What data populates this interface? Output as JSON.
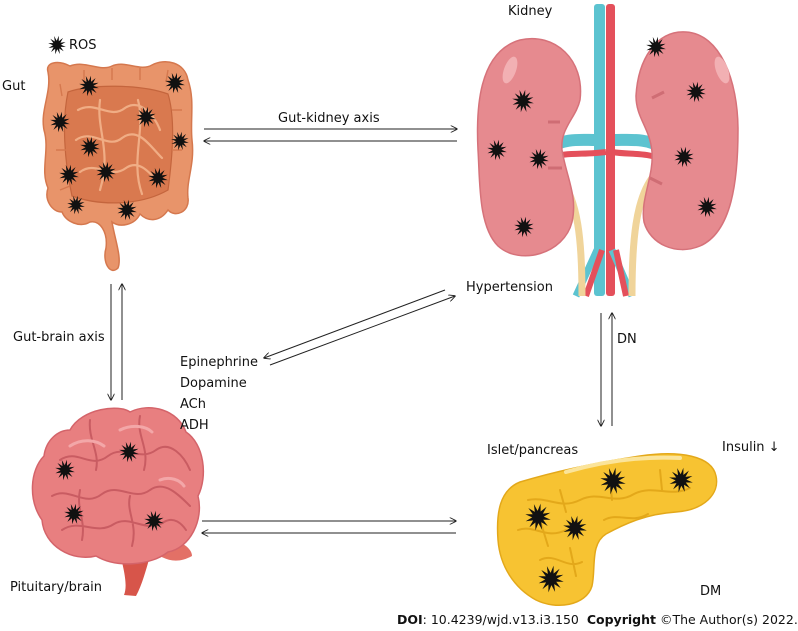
{
  "legend": {
    "ros_label": "ROS"
  },
  "organs": {
    "gut": "Gut",
    "kidney": "Kidney",
    "brain": "Pituitary/brain",
    "pancreas": "Islet/pancreas"
  },
  "axes": {
    "gut_kidney": "Gut-kidney axis",
    "gut_brain": "Gut-brain axis",
    "hypertension": "Hypertension",
    "dn": "DN",
    "dm": "DM",
    "insulin": "Insulin ↓"
  },
  "neurotransmitters": [
    "Epinephrine",
    "Dopamine",
    "ACh",
    "ADH"
  ],
  "footer": {
    "doi_label": "DOI",
    "doi_value": ": 10.4239/wjd.v13.i3.150",
    "copyright_label": "Copyright",
    "copyright_value": " ©The Author(s) 2022."
  },
  "colors": {
    "gut": "#e8946a",
    "kidney": "#e68a8f",
    "brain": "#e87f80",
    "pancreas": "#f7c332",
    "vein": "#5cc3d0",
    "artery": "#e4505b",
    "ureter": "#f0d49a",
    "ros": "#111111"
  }
}
